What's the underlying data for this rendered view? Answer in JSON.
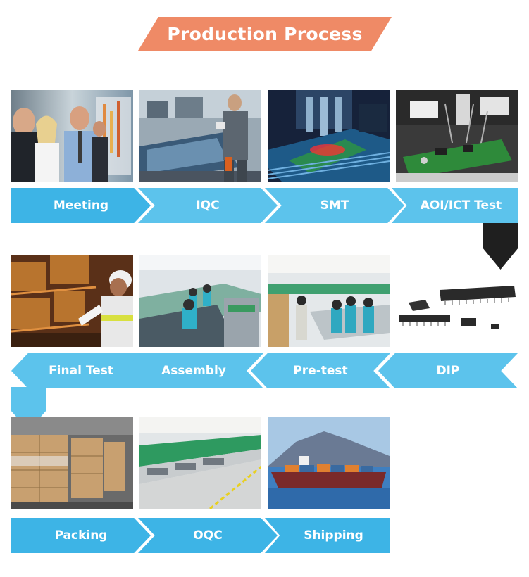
{
  "title": "Production Process",
  "colors": {
    "title_banner": "#ef8a66",
    "arrow_primary": "#3db4e6",
    "arrow_secondary": "#5cc3ec",
    "connector_dark": "#1f1f1f"
  },
  "row1": {
    "steps": [
      {
        "label": "Meeting",
        "image": "meeting-photo"
      },
      {
        "label": "IQC",
        "image": "iqc-photo"
      },
      {
        "label": "SMT",
        "image": "smt-photo"
      },
      {
        "label": "AOI/ICT Test",
        "image": "aoi-photo"
      }
    ]
  },
  "row2": {
    "steps": [
      {
        "label": "Final Test",
        "image": "final-test-photo"
      },
      {
        "label": "Assembly",
        "image": "assembly-photo"
      },
      {
        "label": "Pre-test",
        "image": "pretest-photo"
      },
      {
        "label": "DIP",
        "image": "dip-chips-photo"
      }
    ]
  },
  "row3": {
    "steps": [
      {
        "label": "Packing",
        "image": "packing-photo"
      },
      {
        "label": "OQC",
        "image": "oqc-photo"
      },
      {
        "label": "Shipping",
        "image": "shipping-photo"
      }
    ]
  }
}
